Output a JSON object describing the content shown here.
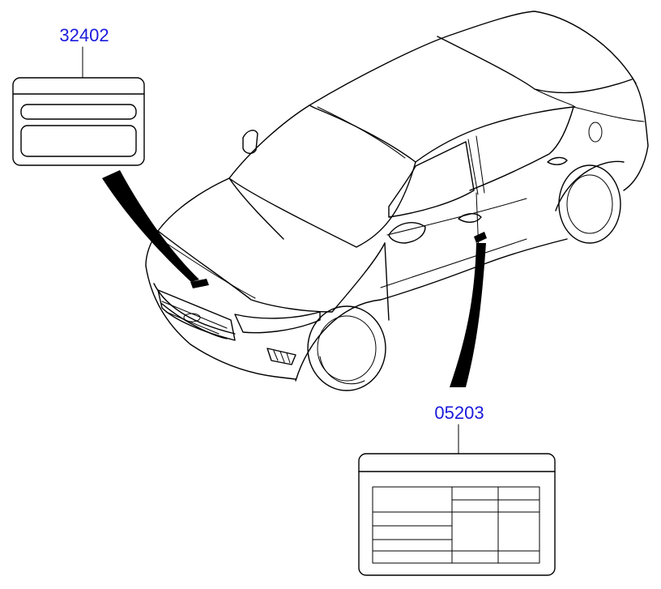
{
  "callouts": [
    {
      "part_number": "32402",
      "description": "emission-control-label"
    },
    {
      "part_number": "05203",
      "description": "tire-pressure-label"
    }
  ],
  "colors": {
    "part_number": "#1a1adb",
    "line": "#000000"
  }
}
